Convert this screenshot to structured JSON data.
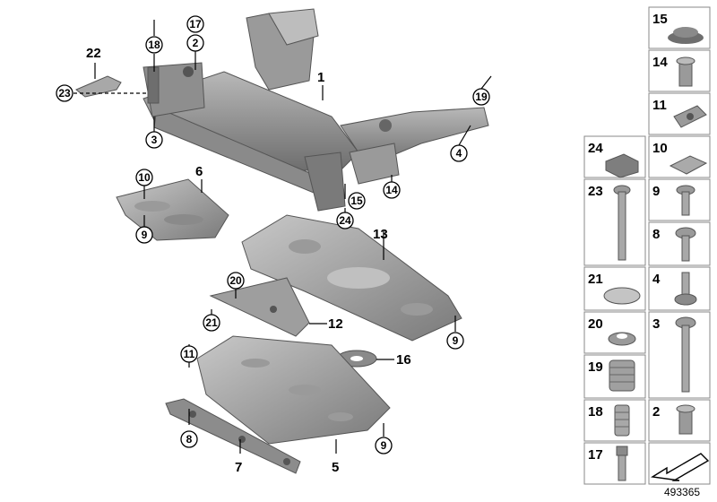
{
  "callouts": {
    "c1": "1",
    "c2": "2",
    "c3": "3",
    "c4": "4",
    "c5": "5",
    "c6": "6",
    "c7": "7",
    "c8": "8",
    "c9a": "9",
    "c9b": "9",
    "c9c": "9",
    "c10": "10",
    "c11": "11",
    "c12": "12",
    "c13": "13",
    "c14": "14",
    "c15": "15",
    "c16": "16",
    "c17": "17",
    "c18": "18",
    "c19": "19",
    "c20": "20",
    "c21": "21",
    "c22": "22",
    "c23": "23",
    "c24": "24"
  },
  "legend": {
    "p15": "15",
    "p14": "14",
    "p11": "11",
    "p24": "24",
    "p10": "10",
    "p23": "23",
    "p9": "9",
    "p8": "8",
    "p21": "21",
    "p4": "4",
    "p20": "20",
    "p3": "3",
    "p19": "19",
    "p18": "18",
    "p2": "2",
    "p17": "17"
  },
  "reference_number": "493365",
  "colors": {
    "part_dark": "#6f6f6f",
    "part_mid": "#8d8d8d",
    "part_light": "#b4b4b4",
    "line": "#000000"
  }
}
